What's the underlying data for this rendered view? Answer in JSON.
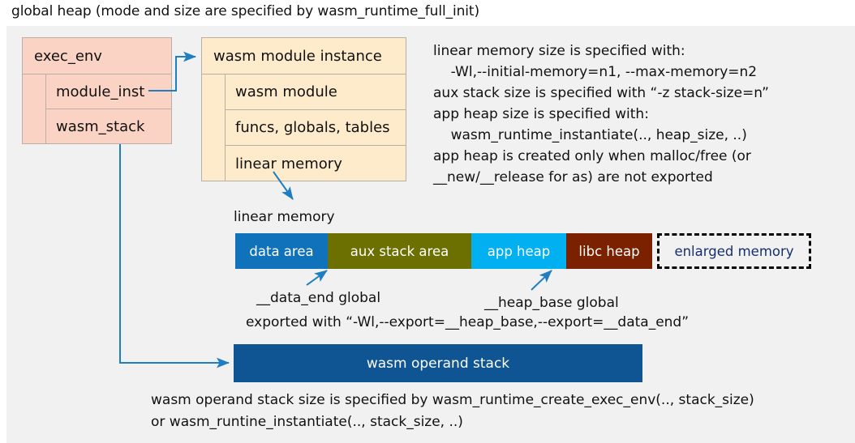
{
  "title": "global heap (mode and size are specified by wasm_runtime_full_init)",
  "exec_env": {
    "header": "exec_env",
    "rows": [
      "module_inst",
      "wasm_stack"
    ]
  },
  "module_instance": {
    "header": "wasm module instance",
    "rows": [
      "wasm module",
      "funcs, globals, tables",
      "linear memory"
    ]
  },
  "notes": "linear memory size is specified with:\n    -Wl,--initial-memory=n1, --max-memory=n2\naux stack size is specified with “-z stack-size=n”\napp heap size is specified with:\n    wasm_runtime_instantiate(.., heap_size, ..)\napp heap is created only when malloc/free (or\n__new/__release for as) are not exported",
  "linear_memory": {
    "label": "linear memory",
    "segments": [
      {
        "label": "data area",
        "color": "#0f72bb",
        "text_color": "#ffffff",
        "width": 114
      },
      {
        "label": "aux stack area",
        "color": "#6b7000",
        "text_color": "#ffffff",
        "width": 177
      },
      {
        "label": "app heap",
        "color": "#00b0f0",
        "text_color": "#ffffff",
        "width": 117
      },
      {
        "label": "libc heap",
        "color": "#7b2100",
        "text_color": "#ffffff",
        "width": 106
      },
      {
        "label": "enlarged memory",
        "color": "#f1f1f1",
        "text_color": "#16306b",
        "width": 190
      }
    ]
  },
  "annotations": {
    "data_end": "__data_end global",
    "heap_base": "__heap_base global",
    "exported": "exported with “-Wl,--export=__heap_base,--export=__data_end”"
  },
  "operand_stack": {
    "label": "wasm operand stack",
    "note": "wasm operand stack size is specified by wasm_runtime_create_exec_env(.., stack_size)\nor wasm_runtine_instantiate(.., stack_size, ..)"
  },
  "colors": {
    "arrow": "#1f7ec2",
    "panel_bg": "#f1f1f1",
    "exec_env_fill": "#fad3c4",
    "module_fill": "#fdebcb",
    "operand_stack_fill": "#0f5593"
  }
}
